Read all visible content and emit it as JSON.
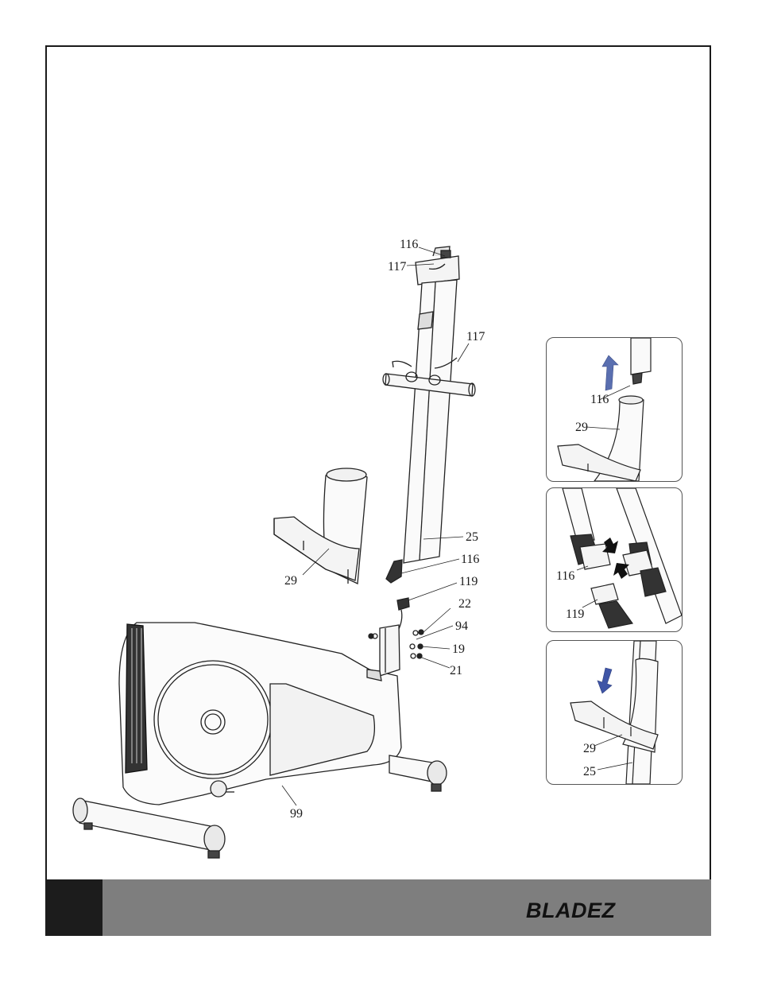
{
  "brand": {
    "logo_text": "BLADEZ",
    "bar_color": "#7e7e7e",
    "tab_color": "#1c1c1c"
  },
  "main_callouts": {
    "c116_top": "116",
    "c117_top": "117",
    "c117_side": "117",
    "c25": "25",
    "c116_bottom": "116",
    "c119": "119",
    "c22": "22",
    "c94": "94",
    "c19": "19",
    "c21": "21",
    "c29": "29",
    "c99": "99"
  },
  "insets": {
    "step1": {
      "c116": "116",
      "c29": "29",
      "arrow_color": "#5a6fb0"
    },
    "step2": {
      "c116": "116",
      "c119": "119"
    },
    "step3": {
      "c29": "29",
      "c25": "25",
      "arrow_color": "#3f55a6"
    }
  }
}
